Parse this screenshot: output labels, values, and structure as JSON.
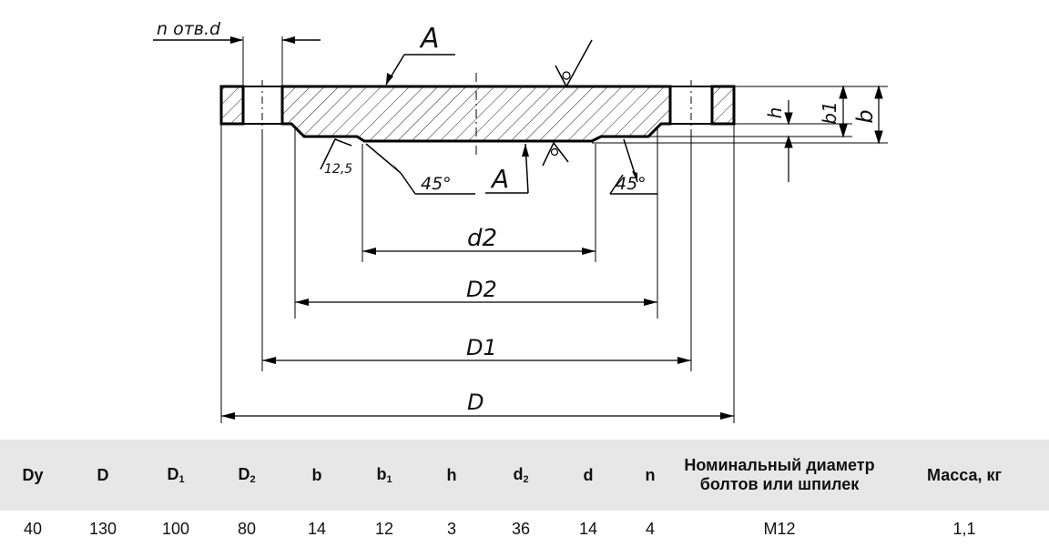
{
  "drawing": {
    "labels": {
      "holes": "n отв.d",
      "section_top": "A",
      "section_bottom": "A",
      "roughness": "12,5",
      "angle_left": "45°",
      "angle_right": "45°",
      "dim_d2": "d2",
      "dim_D2": "D2",
      "dim_D1": "D1",
      "dim_D": "D",
      "dim_h": "h",
      "dim_b1": "b1",
      "dim_b": "b"
    }
  },
  "table": {
    "headers": {
      "dy": "Dy",
      "d": "D",
      "d1_base": "D",
      "d1_sub": "1",
      "d2_base": "D",
      "d2_sub": "2",
      "b": "b",
      "b1_base": "b",
      "b1_sub": "1",
      "h": "h",
      "sd2_base": "d",
      "sd2_sub": "2",
      "sd": "d",
      "n": "n",
      "bolt": "Номинальный диаметр болтов или шпилек",
      "mass": "Масса, кг"
    },
    "rows": [
      [
        "40",
        "130",
        "100",
        "80",
        "14",
        "12",
        "3",
        "36",
        "14",
        "4",
        "М12",
        "1,1"
      ]
    ]
  }
}
